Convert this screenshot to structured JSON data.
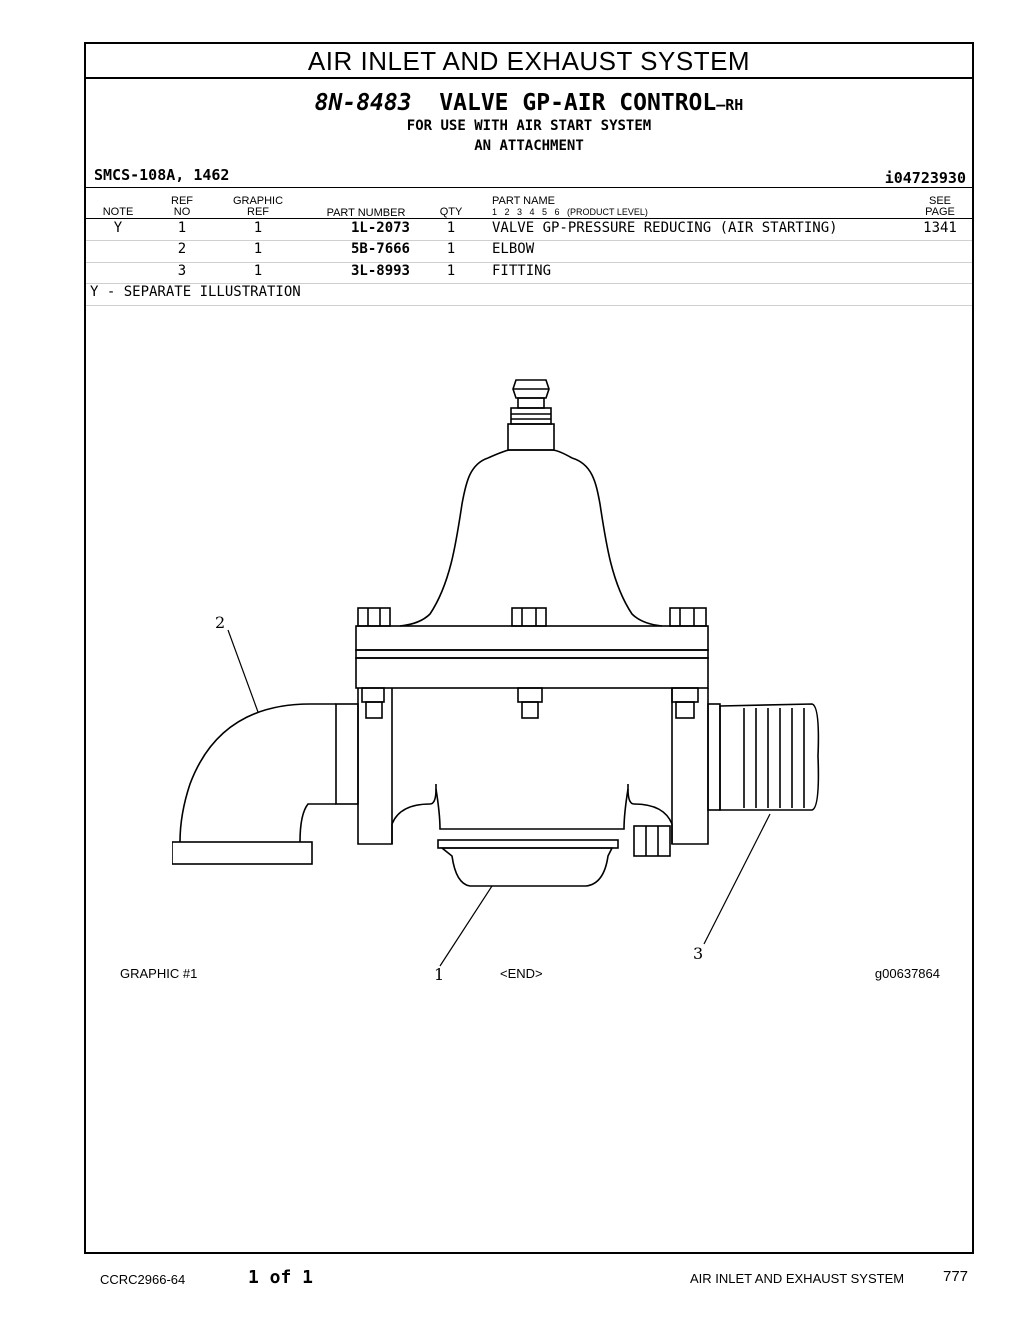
{
  "section_title": "AIR INLET AND EXHAUST SYSTEM",
  "part_title": {
    "number": "8N-8483",
    "name": "VALVE GP-AIR CONTROL",
    "suffix": "–RH"
  },
  "subtitles": [
    "FOR USE WITH AIR START SYSTEM",
    "AN ATTACHMENT"
  ],
  "smcs": "SMCS-108A, 1462",
  "info_id": "i04723930",
  "table": {
    "headers": {
      "note": "NOTE",
      "ref_no_1": "REF",
      "ref_no_2": "NO",
      "graphic_ref_1": "GRAPHIC",
      "graphic_ref_2": "REF",
      "part_number": "PART NUMBER",
      "qty": "QTY",
      "part_name": "PART NAME",
      "product_levels": "1   2   3   4   5   6   (PRODUCT LEVEL)",
      "see_page_1": "SEE",
      "see_page_2": "PAGE"
    },
    "rows": [
      {
        "note": "Y",
        "ref_no": "1",
        "graphic_ref": "1",
        "part_number": "1L-2073",
        "qty": "1",
        "part_name": "VALVE GP-PRESSURE REDUCING (AIR STARTING)",
        "see_page": "1341"
      },
      {
        "note": "",
        "ref_no": "2",
        "graphic_ref": "1",
        "part_number": "5B-7666",
        "qty": "1",
        "part_name": "ELBOW",
        "see_page": ""
      },
      {
        "note": "",
        "ref_no": "3",
        "graphic_ref": "1",
        "part_number": "3L-8993",
        "qty": "1",
        "part_name": "FITTING",
        "see_page": ""
      }
    ],
    "note_legend": "Y - SEPARATE ILLUSTRATION"
  },
  "illustration": {
    "callouts": [
      "1",
      "2",
      "3"
    ],
    "graphic_label": "GRAPHIC #1",
    "end_marker": "<END>",
    "graphic_id": "g00637864"
  },
  "footer": {
    "doc_code": "CCRC2966-64",
    "page_of": "1 of 1",
    "section": "AIR INLET AND EXHAUST SYSTEM",
    "page_number": "777"
  }
}
